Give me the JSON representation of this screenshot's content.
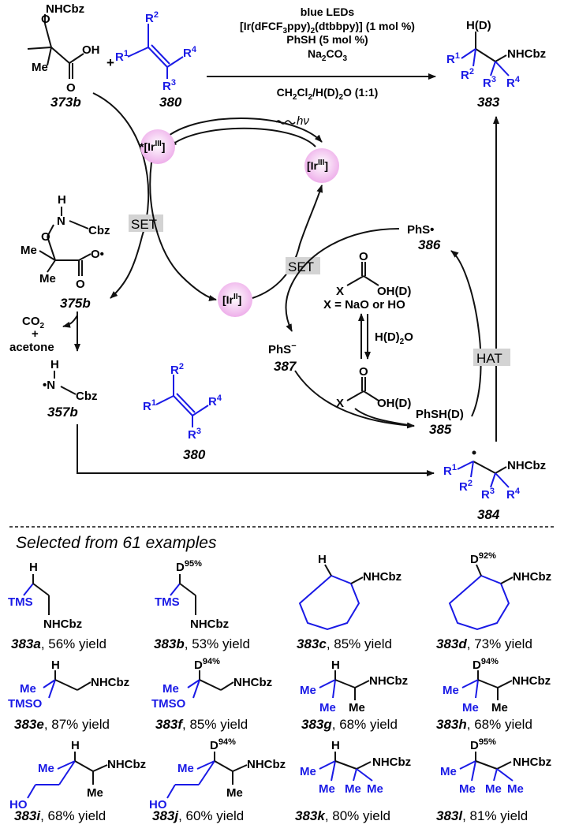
{
  "scheme": {
    "reagents": {
      "acid_top": "NHCbz",
      "acid_oh": "OH",
      "acid_o": "O",
      "acid_me": "Me",
      "acid_id": "373b",
      "plus": "+",
      "alkene_id": "380",
      "product_id": "383",
      "product_hd": "H(D)",
      "product_nhcbz": "NHCbz"
    },
    "conditions": {
      "line1": "blue LEDs",
      "line2": "[Ir(dFCF3ppy)2(dtbbpy)] (1 mol %)",
      "line3": "PhSH (5 mol %)",
      "line4": "Na2CO3",
      "line5": "CH2Cl2/H(D)2O (1:1)"
    },
    "cycle": {
      "hv": "hν",
      "ir3_star": "*[IrIII]",
      "ir3": "[IrIII]",
      "ir2": "[IrII]",
      "set": "SET",
      "hat": "HAT",
      "radical_375b": "375b",
      "co2": "CO2",
      "plus": "+",
      "acetone": "acetone",
      "radical_357b": "357b",
      "phs_radical": "PhS•",
      "phs_radical_id": "386",
      "phs_anion": "PhS−",
      "phs_anion_id": "387",
      "phsh": "PhSH(D)",
      "phsh_id": "385",
      "carbonate_x": "X",
      "carbonate_x_def": "X = NaO or HO",
      "carbonate_oh": "OH(D)",
      "water": "H(D)2O",
      "alkene_id": "380",
      "radical_384": "384",
      "nhcbz": "NHCbz",
      "cbz": "Cbz",
      "me": "Me"
    }
  },
  "examples": {
    "header": "Selected from 61 examples",
    "items": [
      {
        "id": "383a",
        "yield": ", 56% yield"
      },
      {
        "id": "383b",
        "yield": ", 53% yield",
        "d": "D95%"
      },
      {
        "id": "383c",
        "yield": ", 85% yield"
      },
      {
        "id": "383d",
        "yield": ", 73% yield",
        "d": "D92%"
      },
      {
        "id": "383e",
        "yield": ", 87% yield"
      },
      {
        "id": "383f",
        "yield": ", 85% yield",
        "d": "D94%"
      },
      {
        "id": "383g",
        "yield": ", 68% yield"
      },
      {
        "id": "383h",
        "yield": ", 68% yield",
        "d": "D94%"
      },
      {
        "id": "383i",
        "yield": ", 68% yield"
      },
      {
        "id": "383j",
        "yield": ", 60% yield",
        "d": "D94%"
      },
      {
        "id": "383k",
        "yield": ", 80% yield"
      },
      {
        "id": "383l",
        "yield": ", 81% yield",
        "d": "D95%"
      }
    ]
  },
  "colors": {
    "blue": "#1a1ae6",
    "pink": "#f3c6f0",
    "gray_box": "#d3d3d3"
  }
}
